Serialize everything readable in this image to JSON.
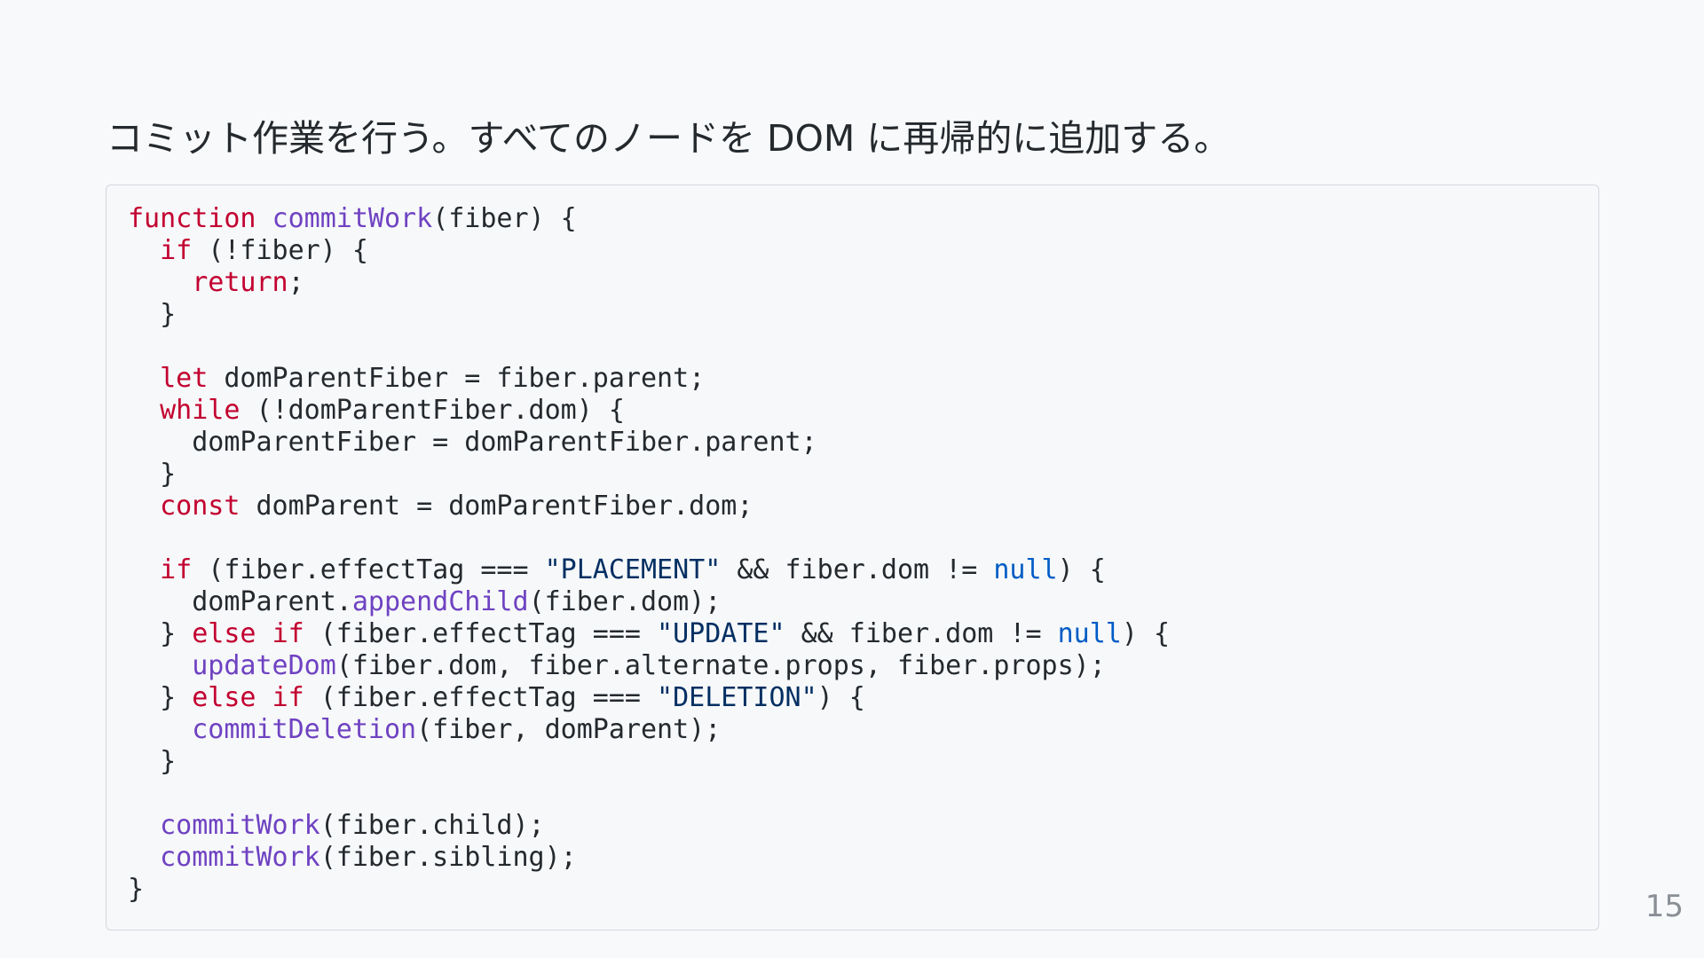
{
  "slide": {
    "heading": "コミット作業を行う。すべてのノードを DOM に再帰的に追加する。",
    "page_number": "15"
  },
  "colors": {
    "background": "#f8f9fa",
    "code_background": "#f6f8fa",
    "code_border": "#d3d8de",
    "keyword": "#c3002f",
    "function": "#6f42c1",
    "string": "#032f62",
    "literal": "#005cc5",
    "text": "#24292e"
  },
  "code": {
    "language": "javascript",
    "lines": [
      [
        [
          "kw",
          "function"
        ],
        [
          "p",
          " "
        ],
        [
          "fn",
          "commitWork"
        ],
        [
          "p",
          "(fiber) {"
        ]
      ],
      [
        [
          "p",
          "  "
        ],
        [
          "kw",
          "if"
        ],
        [
          "p",
          " (!fiber) {"
        ]
      ],
      [
        [
          "p",
          "    "
        ],
        [
          "kw",
          "return"
        ],
        [
          "p",
          ";"
        ]
      ],
      [
        [
          "p",
          "  }"
        ]
      ],
      [],
      [
        [
          "p",
          "  "
        ],
        [
          "kw",
          "let"
        ],
        [
          "p",
          " domParentFiber = fiber.parent;"
        ]
      ],
      [
        [
          "p",
          "  "
        ],
        [
          "kw",
          "while"
        ],
        [
          "p",
          " (!domParentFiber.dom) {"
        ]
      ],
      [
        [
          "p",
          "    domParentFiber = domParentFiber.parent;"
        ]
      ],
      [
        [
          "p",
          "  }"
        ]
      ],
      [
        [
          "p",
          "  "
        ],
        [
          "kw",
          "const"
        ],
        [
          "p",
          " domParent = domParentFiber.dom;"
        ]
      ],
      [],
      [
        [
          "p",
          "  "
        ],
        [
          "kw",
          "if"
        ],
        [
          "p",
          " (fiber.effectTag === "
        ],
        [
          "str",
          "\"PLACEMENT\""
        ],
        [
          "p",
          " && fiber.dom != "
        ],
        [
          "lit",
          "null"
        ],
        [
          "p",
          ") {"
        ]
      ],
      [
        [
          "p",
          "    domParent."
        ],
        [
          "fn",
          "appendChild"
        ],
        [
          "p",
          "(fiber.dom);"
        ]
      ],
      [
        [
          "p",
          "  } "
        ],
        [
          "kw",
          "else"
        ],
        [
          "p",
          " "
        ],
        [
          "kw",
          "if"
        ],
        [
          "p",
          " (fiber.effectTag === "
        ],
        [
          "str",
          "\"UPDATE\""
        ],
        [
          "p",
          " && fiber.dom != "
        ],
        [
          "lit",
          "null"
        ],
        [
          "p",
          ") {"
        ]
      ],
      [
        [
          "p",
          "    "
        ],
        [
          "fn",
          "updateDom"
        ],
        [
          "p",
          "(fiber.dom, fiber.alternate.props, fiber.props);"
        ]
      ],
      [
        [
          "p",
          "  } "
        ],
        [
          "kw",
          "else"
        ],
        [
          "p",
          " "
        ],
        [
          "kw",
          "if"
        ],
        [
          "p",
          " (fiber.effectTag === "
        ],
        [
          "str",
          "\"DELETION\""
        ],
        [
          "p",
          ") {"
        ]
      ],
      [
        [
          "p",
          "    "
        ],
        [
          "fn",
          "commitDeletion"
        ],
        [
          "p",
          "(fiber, domParent);"
        ]
      ],
      [
        [
          "p",
          "  }"
        ]
      ],
      [],
      [
        [
          "p",
          "  "
        ],
        [
          "fn",
          "commitWork"
        ],
        [
          "p",
          "(fiber.child);"
        ]
      ],
      [
        [
          "p",
          "  "
        ],
        [
          "fn",
          "commitWork"
        ],
        [
          "p",
          "(fiber.sibling);"
        ]
      ],
      [
        [
          "p",
          "}"
        ]
      ]
    ]
  }
}
